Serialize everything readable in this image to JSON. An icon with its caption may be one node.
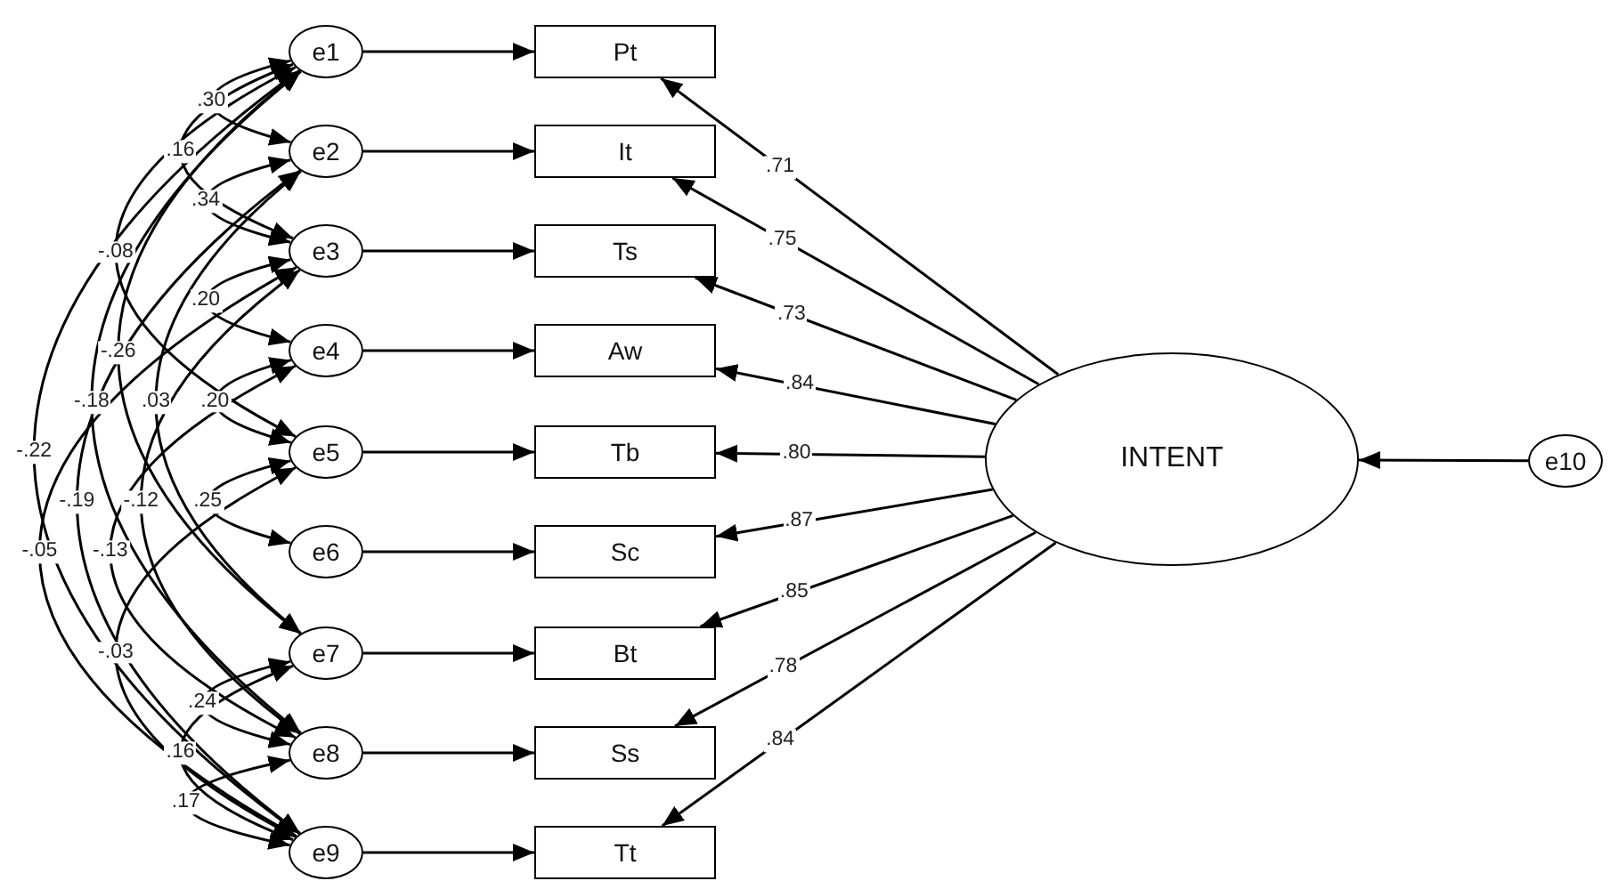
{
  "diagram": {
    "nodes": [
      {
        "text": [
          "e1"
        ]
      },
      {
        "text": [
          "e2"
        ]
      },
      {
        "text": [
          "e3"
        ]
      },
      {
        "text": [
          "e4"
        ]
      },
      {
        "text": [
          "e5"
        ]
      },
      {
        "text": [
          "e6"
        ]
      },
      {
        "text": [
          "e7"
        ]
      },
      {
        "text": [
          "e8"
        ]
      },
      {
        "text": [
          "e9"
        ]
      },
      {
        "text": [
          "Pt"
        ]
      },
      {
        "text": [
          "It"
        ]
      },
      {
        "text": [
          "Ts"
        ]
      },
      {
        "text": [
          "Aw"
        ]
      },
      {
        "text": [
          "Tb"
        ]
      },
      {
        "text": [
          "Sc"
        ]
      },
      {
        "text": [
          "Bt"
        ]
      },
      {
        "text": [
          "Ss"
        ]
      },
      {
        "text": [
          "Tt"
        ]
      },
      {
        "text": [
          "INTENT"
        ]
      },
      {
        "text": [
          "e10"
        ]
      }
    ],
    "edges": [
      {
        "from": 0,
        "to": 9,
        "arrow": "to"
      },
      {
        "from": 1,
        "to": 10,
        "arrow": "to"
      },
      {
        "from": 2,
        "to": 11,
        "arrow": "to"
      },
      {
        "from": 3,
        "to": 12,
        "arrow": "to"
      },
      {
        "from": 4,
        "to": 13,
        "arrow": "to"
      },
      {
        "from": 5,
        "to": 14,
        "arrow": "to"
      },
      {
        "from": 6,
        "to": 15,
        "arrow": "to"
      },
      {
        "from": 7,
        "to": 16,
        "arrow": "to"
      },
      {
        "from": 8,
        "to": 17,
        "arrow": "to"
      },
      {
        "from": 18,
        "to": 9,
        "arrow": "to",
        "label": ".71"
      },
      {
        "from": 18,
        "to": 10,
        "arrow": "to",
        "label": ".75"
      },
      {
        "from": 18,
        "to": 11,
        "arrow": "to",
        "label": ".73"
      },
      {
        "from": 18,
        "to": 12,
        "arrow": "to",
        "label": ".84"
      },
      {
        "from": 18,
        "to": 13,
        "arrow": "to",
        "label": ".80"
      },
      {
        "from": 18,
        "to": 14,
        "arrow": "to",
        "label": ".87"
      },
      {
        "from": 18,
        "to": 15,
        "arrow": "to",
        "label": ".85"
      },
      {
        "from": 18,
        "to": 16,
        "arrow": "to",
        "label": ".78"
      },
      {
        "from": 18,
        "to": 17,
        "arrow": "to",
        "label": ".84"
      },
      {
        "from": 19,
        "to": 18,
        "arrow": "to"
      },
      {
        "from": 0,
        "to": 1,
        "arrow": "both",
        "label": ".30"
      },
      {
        "from": 0,
        "to": 2,
        "arrow": "both",
        "label": ".16"
      },
      {
        "from": 1,
        "to": 2,
        "arrow": "both",
        "label": ".34"
      },
      {
        "from": 0,
        "to": 4,
        "arrow": "both",
        "label": "-.08"
      },
      {
        "from": 2,
        "to": 3,
        "arrow": "both",
        "label": ".20"
      },
      {
        "from": 0,
        "to": 6,
        "arrow": "both",
        "label": "-.26"
      },
      {
        "from": 0,
        "to": 7,
        "arrow": "both",
        "label": "-.18"
      },
      {
        "from": 1,
        "to": 6,
        "arrow": "both",
        "label": ".03"
      },
      {
        "from": 3,
        "to": 4,
        "arrow": "both",
        "label": ".20"
      },
      {
        "from": 0,
        "to": 8,
        "arrow": "both",
        "label": "-.22"
      },
      {
        "from": 1,
        "to": 8,
        "arrow": "both",
        "label": "-.19"
      },
      {
        "from": 2,
        "to": 7,
        "arrow": "both",
        "label": "-.12"
      },
      {
        "from": 4,
        "to": 5,
        "arrow": "both",
        "label": ".25"
      },
      {
        "from": 2,
        "to": 8,
        "arrow": "both",
        "label": "-.05"
      },
      {
        "from": 3,
        "to": 7,
        "arrow": "both",
        "label": "-.13"
      },
      {
        "from": 4,
        "to": 8,
        "arrow": "both",
        "label": "-.03"
      },
      {
        "from": 6,
        "to": 7,
        "arrow": "both",
        "label": ".24"
      },
      {
        "from": 6,
        "to": 8,
        "arrow": "both",
        "label": ".16"
      },
      {
        "from": 7,
        "to": 8,
        "arrow": "both",
        "label": ".17"
      }
    ]
  }
}
